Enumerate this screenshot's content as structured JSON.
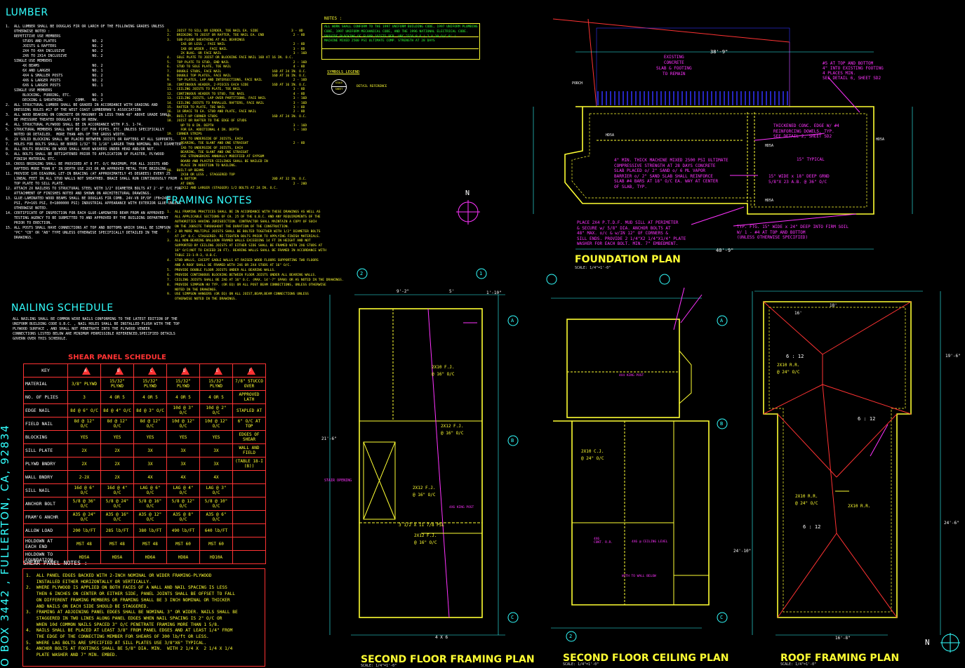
{
  "headings": {
    "lumber": "LUMBER",
    "framing_notes": "FRAMING NOTES",
    "nailing_schedule": "NAILING SCHEDULE",
    "shear_panel_schedule": "SHEAR PANEL SCHEDULE",
    "shear_panel_notes": "SHEAR PANEL NOTES :",
    "notes": "NOTES :",
    "symbols_legend": "SYMBOLS LEGEND"
  },
  "lumber_notes": [
    "1.  ALL LUMBER SHALL BE DOUGLAS FIR OR LARCH OF THE FOLLOWING GRADES UNLESS",
    "    OTHERWISE NOTED :",
    "    REPETITIVE USE MEMBERS",
    "        STUDS AND PLATES                 NO. 2",
    "        JOISTS & RAFTERS                 NO. 2",
    "        2X4 TO 4X4 INCLUSIVE             NO. 2",
    "        2X6 TO 2X14 INCLUSIVE            NO. 2",
    "    SINGLE USE MEMBERS",
    "        4X BEAMS                         NO. 2",
    "        6X AND LARGER                    NO. 1",
    "        4X4 & SMALLER POSTS              NO. 2",
    "        4X6 & LARGER POSTS               NO. 2",
    "        6X6 & LARGER POSTS               NO. 1",
    "    SINGLE USE MEMBERS",
    "        BLOCKING, FURRING, ETC.          NO. 3",
    "        DECKING & SHEATHING      COMM.   NO. 2",
    "",
    "2.  ALL STRUCTURAL LUMBER SHALL BE GRADED IN ACCORDANCE WITH GRADING AND",
    "    DRESSING RULES #17 OF THE WEST COAST LUMBERMAN'S ASSOCIATION",
    "3.  ALL WOOD BEARING ON CONCRETE OR MASONRY IN LESS THAN 48\" ABOVE GRADE SHALL",
    "    BE PRESSURE TREATED DOUGLAS FIR OR REDW.",
    "4.  ALL STRUCTURAL PLYWOOD SHALL BE IN ACCORDANCE WITH P.S. 1-74.",
    "5.  STRUCTURAL MEMBERS SHALL NOT BE CUT FOR PIPES, ETC. UNLESS SPECIFICALLY",
    "    NOTED OR DETAILED.  MORE THAN 40% OF THE GROSS WIDTH.",
    "6.  2X SOLID BLOCKING SHALL BE PLACED BETWEEN JOISTS OR RAFTERS AT ALL SUPPORTS.",
    "7.  HOLES FOR BOLTS SHALL BE BORED 1/32\" TO 1/16\" LARGER THAN NOMINAL BOLT DIAMETER.",
    "8.  ALL BOLTS BEARING ON WOOD SHALL HAVE WASHERS UNDER HEAD AND/OR NUT.",
    "9.  ALL BOLTS SHALL BE RETIGHTENED PRIOR TO APPLICATION OF PLASTER, PLYWOOD",
    "    FINISH MATERIAL ETC.",
    "10. CROSS BRIDGING SHALL BE PROVIDED AT 8 FT. O/C MAXIMUM, FOR ALL JOISTS AND",
    "    RAFTERS MORE THAN 8\" IN DEPTH USE 2X3 OR AN APPROVED METAL TYPE BRIDGING.",
    "11. PROVIDE 1X6 DIAGONAL LET-IN BRACING (AT APPROXIMATELY 45 DEGREES) EVERY 25",
    "    LINEAL FEET IN ALL STUD WALLS NOT SHEATHED. BRACE SHALL RUN CONTINUOUSLY FROM",
    "    TOP PLATE TO SILL PLATE.",
    "12. ATTACH 2X NAILERS TO STRUCTURAL STEEL WITH 1/2\" DIAMETER BOLTS AT 2'-0\" O/C FOR",
    "    ATTACHMENT OF FINISHES NOTED AND SHOWN ON ARCHITECTURAL DRAWINGS.",
    "13. GLUE-LAMINATED WOOD BEAMS SHALL BE DOUGLAS FIR COMB. 24V-V8 DF/DF (FB=2400",
    "    PSI, FV=165 PSI, E=1800000 PSI) INDUSTRIAL APPEARANCE WITH EXTERIOR GLUE UNLESS",
    "    OTHERWISE NOTED.",
    "14. CERTIFICATE OF INSPECTION FOR EACH GLUE-LAMINATED BEAM FROM AN APPROVED",
    "    TESTING AGENCY TO BE SUBMITTED TO AND APPROVED BY THE BUILDING DEPARTMENT",
    "    PRIOR TO ERECTION.",
    "15. ALL POSTS SHALL HAVE CONNECTIONS AT TOP AND BOTTOMS WHICH SHALL BE SIMPSON",
    "    \"PC\" \"CB\" OR \"AB\" TYPE UNLESS OTHERWISE SPECIFICALLY DETAILED IN THE",
    "    DRAWINGS."
  ],
  "nailing_intro": [
    "ALL NAILING SHALL BE COMMON WIRE NAILS CONFORMING TO THE LATEST EDITION OF THE",
    "UNIFORM BUILDING CODE U.B.C. , NAIL HOLES SHALL BE INSTALLED FLUSH WITH THE TOP",
    "PLYWOOD SURFACE , AND SHALL NOT PENETRATE INTO THE PLYWOOD VENEER.",
    "CONNECTIONS LISTED BELOW ARE MINIMUM PERMISSIBLE REFERENCED,SPECIFIED DETAILS",
    "GOVERN OVER THIS SCHEDULE."
  ],
  "nailing_items": [
    "1.   JOIST TO SILL OR GIRDER, TOE NAIL EA. SIDE                 3 - 8D",
    "2.   BRIDGING TO JOIST OR RAFTER, TOE NAIL EA. END               2 - 8D",
    "3.   SUB-FLOOR SHEATHING AT ALL BEARINGS",
    "       1X6 OR LESS , FACE NAIL                                   2 - 8D",
    "       1X8 OR WIDER , FACE NAIL                                  3 - 8D",
    "       2X BLKG. OR FACE NAIL                                     3 - 16D",
    "4.   SOLE PLATE TO JOIST OR BLOCKING FACE NAIL 16D AT 16 IN. O.C.",
    "5.   TOP PLATE TO STUD, END NAIL                                 2 - 16D",
    "6.   STUD TO SOLE PLATE, TOE NAIL                                4 - 8D",
    "7.   DOUBLE STUDS, FACE NAIL                          16D AT 24 IN. O.C.",
    "8.   DOUBLE TOP PLATES, FACE NAIL                     16D AT 16 IN. O.C.",
    "9.   TOP PLATES, LAP AND INTERSECTIONS, FACE NAIL                2 - 16D",
    "10.  CONTINUOUS HEADER, 2-PIECES EACH SIDE            16D AT 16 IN. O.C.",
    "11.  CEILING JOISTS TO PLATE, TOE NAIL                           3 - 8D",
    "12.  CONTINUOUS HEADER TO STUD, TOE NAIL                         4 - 8D",
    "13.  CEILING JOISTS, LAP OVER PARTITIONS, FACE NAIL              3 - 16D",
    "14.  CEILING JOISTS TO PARALLEL RAFTERS, FACE NAIL               3 - 16D",
    "15.  RAFTER TO PLATE, TOE NAIL                                   3 - 8D",
    "16.  1X BRACE TO EA. STUD AND PLATE, FACE NAIL                   2 - 8D",
    "17.  BUILT-UP CORNER STUDS                            16D AT 24 IN. O.C.",
    "18.  JOIST OR RAFTER TO THE EDGE OF STUDS",
    "       UP TO 8 IN. DEPTH                                         3 - 16D",
    "       FOR EA. ADDITIONAL 4 IN. DEPTH                            1 - 16D",
    "19.  CORNER STRIPS",
    "       1X4 TO UNDERSIDE OF JOISTS, EACH",
    "       BEARING, TOE SLANT AND ONE STRAIGHT                       2 - 8D",
    "       1X6 TO UNDERSIDE OF JOISTS, EACH",
    "       BEARING, TOE SLANT AND ONE STRAIGHT",
    "       USE STRONGBACKS ANNUALLY MODIFIED AT GYPSUM",
    "       BOARD AND PLASTER CEILINGS SHALL BE NAILED IN",
    "       PLACE IN ADDITION TO NAILING.",
    "20.  BUILT-UP BEAMS",
    "       2X10 OR LESS , STAGGERED TOP",
    "       & BOTTOM                                       20D AT 32 IN. O.C.",
    "       AT ENDS                                                   2 - 20D",
    "       2X12 AND LARGER (STAGGER) 1/2 BOLTS AT 24 IN. O.C."
  ],
  "framing_notes": [
    "1.  ALL FRAMING PRACTICES SHALL BE IN ACCORDANCE WITH THESE DRAWINGS AS WELL AS",
    "    ALL APPLICABLE SECTIONS OF CH. 25 OF THE U.B.C. AND ANY REQUIREMENTS OF THE",
    "    AUTHORITIES HAVING JURISDICTION. CONTRACTOR SHALL MAINTAIN A COPY OF SUCH",
    "    ON THE JOBSITE THROUGHOUT THE DURATION OF THE CONSTRUCTION.",
    "2.  2 OR MORE MULTIPLE JOISTS SHALL BE BOLTED TOGETHER WITH 1/2\" DIAMETER BOLTS",
    "    AT 24\" O.C. STAGGERED. RE-TIGHTEN BOLTS PRIOR TO APPLYING FINISH MATERIALS.",
    "3.  ALL NON-BEARING BALLOON FRAMED WALLS EXCEEDING 14 FT IN HEIGHT AND NOT",
    "    SUPPORTED BY CEILING JOISTS AT EITHER SIDE SHALL BE FRAMED WITH 2X6 STUDS AT",
    "    16\" O/C(NOT TO EXCEED 20 FT). BEARING WALLS SHALL BE FRAMED IN ACCORDANCE WITH",
    "    TABLE 23-1-R-3, U.B.C.",
    "4.  STUD WALLS, EXCEPT GABLE WALLS AT RAISED WOOD FLOORS SUPPORTING TWO FLOORS",
    "    AND A ROOF SHALL BE FRAMED WITH 2X6 OR 2X4 STUDS AT 16\" O/C.",
    "5.  PROVIDE DOUBLE FLOOR JOISTS UNDER ALL BEARING WALLS.",
    "6.  PROVIDE CONTINUOUS BLOCKING BETWEEN FLOOR JOISTS UNDER ALL BEARING WALLS.",
    "7.  CEILING JOISTS SHALL BE 2X6 AT 16\" O.C. (MAX. 14'-7\" SPAN) OR AS NOTED IN THE DRAWINGS.",
    "8.  PROVIDE SIMPSON HU TYP. (OR EQ) OR ALL POST BEAM CONNECTIONS, UNLESS OTHERWISE",
    "    NOTED IN THE DRAWINGS.",
    "9.  USE SIMPSON HANGERS (OR EQ) ON ALL JOIST,BEAM,BEAM CONNECTIONS UNLESS",
    "    OTHERWISE NOTED IN THE DRAWINGS."
  ],
  "general_notes": [
    "ALL WORK SHALL CONFORM TO THE 1997 UNIFORM BUILDING CODE, 1997 UNIFORM PLUMBING",
    "CODE, 1997 UNIFORM MECHANICAL CODE, AND THE 1996 NATIONAL ELECTRICAL CODE.",
    "PROVIDE BLOCKING OF FLOOR JOISTS PER  UBC 2326.8.6 ( 2 X 10 O/C 8' )",
    "MACHINE MIXED 2500 PSI ULTIMATE COMP. STRENGTH AT 28 DAYS"
  ],
  "symbols": {
    "tag_top": "SCALE",
    "tag_bottom": "SHEET",
    "label": "DETAIL REFERENCE"
  },
  "shear_table": {
    "key_header": "KEY",
    "columns": [
      "A",
      "B",
      "C",
      "D",
      "E",
      "F"
    ],
    "rows": [
      {
        "label": "MATERIAL",
        "values": [
          "3/8\" PLYWD",
          "15/32\" PLYWD",
          "15/32\" PLYWD",
          "15/32\" PLYWD",
          "15/32\" PLYWD",
          "7/8\" STUCCO OVER"
        ]
      },
      {
        "label": "NO. OF PLIES",
        "values": [
          "3",
          "4 OR 5",
          "4 OR 5",
          "4 OR 5",
          "4 OR 5",
          "APPROVED LATH"
        ]
      },
      {
        "label": "EDGE NAIL",
        "values": [
          "8d @ 6\" O/C",
          "8d @ 4\" O/C",
          "8d @ 3\" O/C",
          "10d @ 3\" O/C",
          "10d @ 2\" O/C",
          "STAPLED AT"
        ]
      },
      {
        "label": "FIELD NAIL",
        "values": [
          "8d @ 12\" O/C",
          "8d @ 12\" O/C",
          "8d @ 12\" O/C",
          "10d @ 12\" O/C",
          "10d @ 12\" O/C",
          "6\" O/C AT TOP"
        ]
      },
      {
        "label": "BLOCKING",
        "values": [
          "YES",
          "YES",
          "YES",
          "YES",
          "YES",
          "EDGES OF SHEAR"
        ]
      },
      {
        "label": "SILL PLATE",
        "values": [
          "2X",
          "2X",
          "3X",
          "3X",
          "3X",
          "WALL AND FIELD"
        ]
      },
      {
        "label": "PLYWD BNDRY",
        "values": [
          "2X",
          "2X",
          "3X",
          "3X",
          "3X",
          "(TABLE 18-I (B))"
        ]
      },
      {
        "label": "WALL BNDRY",
        "values": [
          "2-2X",
          "2X",
          "4X",
          "4X",
          "4X",
          ""
        ]
      },
      {
        "label": "SILL NAIL",
        "values": [
          "16d @ 6\" O/C",
          "16d @ 4\" O/C",
          "LAG @ 6\" O/C",
          "LAG @ 4\" O/C",
          "LAG @ 3\" O/C",
          ""
        ]
      },
      {
        "label": "ANCHOR BOLT",
        "values": [
          "5/8 @ 36\" O/C",
          "5/8 @ 24\" O/C",
          "5/8 @ 16\" O/C",
          "5/8 @ 12\" O/C",
          "5/8 @ 10\" O/C",
          ""
        ]
      },
      {
        "label": "FRAM'G ANCHR",
        "values": [
          "A35 @ 24\" O/C",
          "A35 @ 16\" O/C",
          "A35 @ 12\" O/C",
          "A35 @ 8\" O/C",
          "A35 @ 6\" O/C",
          ""
        ]
      },
      {
        "label": "ALLOW LOAD",
        "values": [
          "200 lb/FT",
          "285 lb/FT",
          "380 lb/FT",
          "490 lb/FT",
          "640 lb/FT",
          ""
        ]
      },
      {
        "label": "HOLDOWN AT EACH END",
        "values": [
          "MST 48",
          "MST 48",
          "MST 48",
          "MST 60",
          "MST 60",
          ""
        ]
      },
      {
        "label": "HOLDOWN TO FOUNDATION",
        "values": [
          "HD5A",
          "HD5A",
          "HD6A",
          "HD8A",
          "HD10A",
          ""
        ]
      }
    ]
  },
  "shear_notes": [
    "1.  ALL PANEL EDGES BACKED WITH 2-INCH NOMINAL OR WIDER FRAMING-PLYWOOD",
    "    INSTALLED EITHER HORIZONTALLY OR VERTICALLY.",
    "2.  WHERE PLYWOOD IS APPLIED ON BOTH FACES OF A WALL AND NAIL SPACING IS LESS",
    "    THEN 6 INCHES ON CENTER OR EITHER SIDE, PANEL JOINTS SHALL BE OFFSET TO FALL",
    "    ON DIFFERENT FRAMING MEMBERS OR FRAMING SHALL BE 3 INCH NOMINAL OR THICKER",
    "    AND NAILS ON EACH SIDE SHOULD BE STAGGERED.",
    "3.  FRAMING AT ADJOINING PANEL EDGES SHALL BE NOMINAL 3\" OR WIDER. NAILS SHALL BE",
    "    STAGGERED IN TWO LINES ALONG PANEL EDGES WHEN NAIL SPACING IS 2\" O/C OR",
    "    WHEN 10d COMMON NAILS SPACED 3\" O/C PENETRATE FRAMING MORE THAN 1 5/8.",
    "4.  NAILS SHALL BE PLACED AT LEAST 3/8\" FROM PANEL EDGES AND AT LEAST 1/4\" FROM",
    "    THE EDGE OF THE CONNECTING MEMBER FOR SHEARS OF 300 lb/ft OR LESS.",
    "5.  WHERE LAG BOLTS ARE SPECIFIED AT SILL PLATES USE 3/8\"X6\" TYPICAL.",
    "6.  ANCHOR BOLTS AT FOOTINGS SHALL BE 5/8\" DIA. MIN.  WITH 2 1/4 X  2 1/4 X 1/4",
    "    PLATE WASHER AND 7\" MIN. EMBED."
  ],
  "vertical_text": "O BOX 3442 , FULLERTON, CA, 92834",
  "plans": {
    "foundation": {
      "title": "FOUNDATION PLAN",
      "scale": "SCALE: 1/4\"=1'-0\""
    },
    "second_floor": {
      "title": "SECOND FLOOR FRAMING PLAN",
      "scale": "SCALE: 1/4\"=1'-0\""
    },
    "ceiling": {
      "title": "SECOND FLOOR CEILING PLAN",
      "scale": "SCALE: 1/4\"=1'-0\""
    },
    "roof": {
      "title": "ROOF FRAMING PLAN",
      "scale": "SCALE: 1/4\"=1'-0\""
    }
  },
  "foundation_labels": {
    "dim_top": "38'-9\"",
    "dim_bottom": "40'-9\"",
    "existing": "EXISTING\nCONCRETE\nSLAB & FOOTING\nTO REMAIN",
    "dowels": "#5 AT TOP AND BOTTOM\n4\" INTO EXISTING FOOTING\n4 PLACES MIN.\nSEE DETAIL 6, SHEET SD2",
    "thickened": "THICKENED CONC. EDGE W/ #4\nREINFORCING DOWELS, TYP.\nSEE DETAIL 2, SHEET SD2",
    "typical": "15\" TYPICAL",
    "slab": "4\" MIN. THICK MACHINE MIXED 2500 PSI ULTIMATE\nCOMPRESSIVE STRENGTH AT 28 DAYS CONCRETE\nSLAB PLACED o/ 2\" SAND o/ 6 ML VAPOR\nBARRIER o/ 2\" SAND SLAB SHALL REINFORCE\nSLAB #4 BARS AT 18\" O/C EA. WAY AT CENTER\nOF SLAB, TYP.",
    "grnd": "15\" WIDE x 18\" DEEP GRND\n5/8\"X 23 A.B. @ 36\" O/C",
    "sill": "PLACE 2X4 P.T.D.F. MUD SILL AT PERIMETER\n& SECURE w/ 5/8\" DIA. ANCHOR BOLTS AT\n48\" MAX. o/c & w/IN 12\" OF CORNERS &\nSILL ENDS. PROVIDE 2 1/4\"X2 1/4\"X1/4\" PLATE\nWASHER FOR EACH BOLT. MIN. 7\" EMBEDMENT.",
    "ftg": "TYP. FTG. 15\" WIDE x 24\" DEEP INTO FIRM SOIL\nW/ 1 - #4 AT TOP AND BOTTOM\n(UNLESS OTHERWISE SPECIFIED)",
    "hd": "HD5A",
    "porch": "PORCH",
    "north": "N"
  },
  "floor_labels": {
    "fj1": "2X10 F.J.",
    "oc1": "@ 16\" O/C",
    "fj2": "2X12 F.J.",
    "oc2": "@ 16\" O/C",
    "fj3": "2X12 F.J.",
    "oc3": "@ 16\" O/C",
    "fj4": "2X12 F.J.",
    "oc4": "@ 16\" O/C",
    "psl": "3 1/2 X 11 7/8 PSL",
    "stair": "STAIR OPENING",
    "post": "4X6 KING POST",
    "dim_top": "9'-2\"",
    "dim_top2": "5'",
    "dim_right": "1'-10\"",
    "dim_left": "21'-6\"",
    "dim_bottom": "4 X 6"
  },
  "ceiling_labels": {
    "cj": "2X10 C.J.",
    "oc": "@ 24\" O/C",
    "post": "4X4 KING POST",
    "level": "4X6 @ CEILING LEVEL",
    "cont": "4X6\nCONT. R.R.",
    "wall": "WITH TO WALL BELOW"
  },
  "roof_labels": {
    "rr1": "2X10 R.R.",
    "rr1oc": "@ 24\" O/C",
    "rr2": "2X10 R.R.",
    "rr2oc": "@ 24\" O/C",
    "rr3": "2X10 R.R.",
    "pitch": "6 : 12",
    "dim_top": "18'",
    "dim_top2": "16'",
    "dim_left": "24'-10\"",
    "dim_right": "24'-6\"",
    "dim_right2": "19'-6\"",
    "dim_bot": "16'-8\""
  },
  "grid_tags": [
    "A",
    "B",
    "C",
    "1",
    "2"
  ],
  "colors": {
    "bg": "#000000",
    "cyan": "#33ffff",
    "yellow": "#ffff33",
    "magenta": "#ff33ff",
    "red": "#ff4444",
    "green": "#33ff33"
  }
}
